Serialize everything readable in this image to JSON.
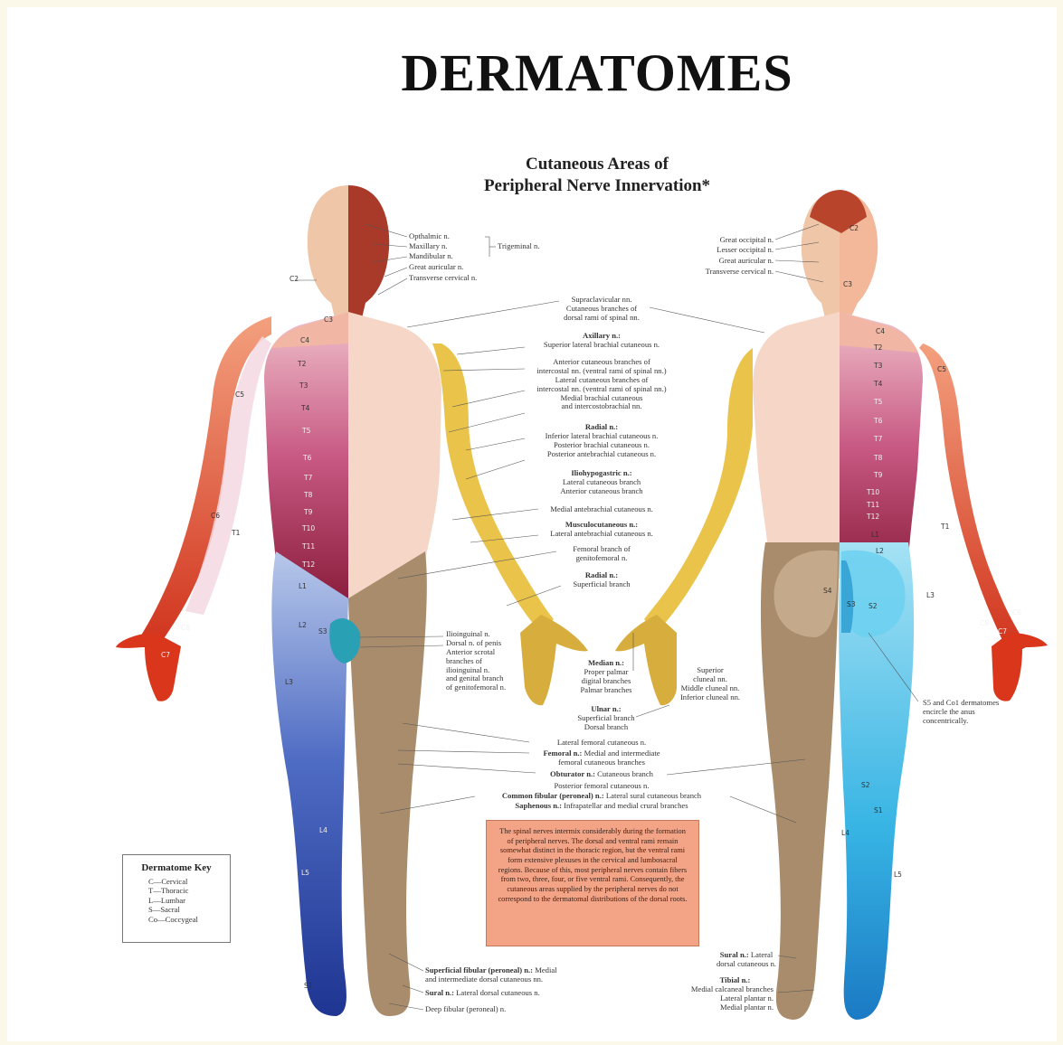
{
  "title": "DERMATOMES",
  "subtitle_1": "Cutaneous Areas of",
  "subtitle_2": "Peripheral Nerve Innervation*",
  "head_front": {
    "ophthalmic": "Opthalmic n.",
    "maxillary": "Maxillary n.",
    "mandibular": "Mandibular n.",
    "trigeminal": "Trigeminal n.",
    "great_auricular": "Great auricular n.",
    "transverse_cervical": "Transverse cervical n."
  },
  "head_back": {
    "great_occipital": "Great occipital n.",
    "lesser_occipital": "Lesser occipital n.",
    "great_auricular": "Great auricular n.",
    "transverse_cervical": "Transverse cervical n."
  },
  "center": {
    "supraclavicular": [
      "Supraclavicular nn.",
      "Cutaneous branches of",
      "dorsal rami of spinal nn."
    ],
    "axillary_head": "Axillary n.:",
    "axillary": [
      "Superior lateral brachial cutaneous n."
    ],
    "intercostal": [
      "Anterior cutaneous branches of",
      "intercostal nn. (ventral rami of spinal nn.)",
      "Lateral cutaneous branches of",
      "intercostal nn. (ventral rami of spinal nn.)",
      "Medial brachial cutaneous",
      "and intercostobrachial nn."
    ],
    "radial_head": "Radial n.:",
    "radial": [
      "Inferior lateral brachial cutaneous n.",
      "Posterior brachial cutaneous n.",
      "Posterior antebrachial cutaneous n."
    ],
    "ilio_head": "Iliohypogastric n.:",
    "ilio": [
      "Lateral cutaneous branch",
      "Anterior cutaneous branch"
    ],
    "medial_antebrachial": "Medial antebrachial cutaneous n.",
    "musculo_head": "Musculocutaneous n.:",
    "musculo": [
      "Lateral antebrachial cutaneous n."
    ],
    "femoral_branch": [
      "Femoral branch of",
      "genitofemoral n."
    ],
    "radial2_head": "Radial n.:",
    "radial2": [
      "Superficial branch"
    ],
    "ilioinguinal": [
      "Ilioinguinal n.",
      "Dorsal n. of penis",
      "Anterior scrotal",
      "branches of",
      "ilioinguinal n.",
      "and genital branch",
      "of genitofemoral n."
    ],
    "median_head": "Median n.:",
    "median": [
      "Proper palmar",
      "digital branches",
      "Palmar branches"
    ],
    "ulnar_head": "Ulnar n.:",
    "ulnar": [
      "Superficial branch",
      "Dorsal branch"
    ],
    "cluneal": [
      "Superior",
      "cluneal nn.",
      "Middle cluneal nn.",
      "Inferior cluneal nn."
    ],
    "lateral_femoral": "Lateral femoral cutaneous n.",
    "femoral_head": "Femoral n.:",
    "femoral": "Medial and intermediate",
    "femoral_2": "femoral cutaneous branches",
    "obturator_head": "Obturator n.:",
    "obturator": "Cutaneous branch",
    "posterior_femoral": "Posterior femoral cutaneous n.",
    "common_fibular_head": "Common fibular (peroneal) n.:",
    "common_fibular": "Lateral sural cutaneous branch",
    "saphenous_head": "Saphenous n.:",
    "saphenous": "Infrapatellar and medial crural branches"
  },
  "note": "The spinal nerves intermix considerably during the formation of peripheral nerves. The dorsal and ventral rami remain somewhat distinct in the thoracic region, but the ventral rami form extensive plexuses in the cervical and lumbosacral regions. Because of this, most peripheral nerves contain fibers from two, three, four, or five ventral rami. Consequently, the cutaneous areas supplied by the peripheral nerves do not correspond to the dermatomal distributions of the dorsal roots.",
  "s5_note": [
    "S5 and Co1 dermatomes",
    "encircle the anus",
    "concentrically."
  ],
  "foot_front": {
    "superficial_fibular_head": "Superficial fibular (peroneal) n.:",
    "superficial_fibular": "Medial",
    "superficial_fibular_2": "and intermediate dorsal cutaneous nn.",
    "sural_head": "Sural n.:",
    "sural": "Lateral dorsal cutaneous n.",
    "deep_fibular": "Deep fibular (peroneal) n."
  },
  "foot_back": {
    "sural_head": "Sural n.:",
    "sural": "Lateral",
    "sural_2": "dorsal cutaneous n.",
    "tibial_head": "Tibial n.:",
    "tibial": [
      "Medial calcaneal branches",
      "Lateral plantar n.",
      "Medial plantar n."
    ]
  },
  "key": {
    "title": "Dermatome Key",
    "rows": [
      "C—Cervical",
      "T—Thoracic",
      "L—Lumbar",
      "S—Sacral",
      "Co—Coccygeal"
    ]
  },
  "segments_front": {
    "c2": "C2",
    "c3": "C3",
    "c4": "C4",
    "c5": "C5",
    "c6": "C6",
    "c7": "C7",
    "c8": "C8",
    "t1": "T1",
    "t2": "T2",
    "t3": "T3",
    "t4": "T4",
    "t5": "T5",
    "t6": "T6",
    "t7": "T7",
    "t8": "T8",
    "t9": "T9",
    "t10": "T10",
    "t11": "T11",
    "t12": "T12",
    "l1": "L1",
    "l2": "L2",
    "l3": "L3",
    "l4": "L4",
    "l5": "L5",
    "s1": "S1",
    "s3": "S3"
  },
  "segments_back": {
    "c2": "C2",
    "c3": "C3",
    "c4": "C4",
    "c5": "C5",
    "c6": "C6",
    "c7": "C7",
    "c8": "C8",
    "t1": "T1",
    "t2": "T2",
    "t3": "T3",
    "t4": "T4",
    "t5": "T5",
    "t6": "T6",
    "t7": "T7",
    "t8": "T8",
    "t9": "T9",
    "t10": "T10",
    "t11": "T11",
    "t12": "T12",
    "l1": "L1",
    "l2": "L2",
    "l3": "L3",
    "l4": "L4",
    "l5": "L5",
    "s1": "S1",
    "s2": "S2",
    "s3": "S3",
    "s4": "S4",
    "s2b": "S2"
  },
  "colors": {
    "cervical": "#e0542e",
    "thoracic": "#b8305f",
    "lumbar": "#2f52b0",
    "sacral": "#3ec0e6",
    "skin": "#f1cdb8",
    "radial_yellow": "#e9c34a",
    "leg_brown": "#a58a6a",
    "note_bg": "#f3a487"
  }
}
